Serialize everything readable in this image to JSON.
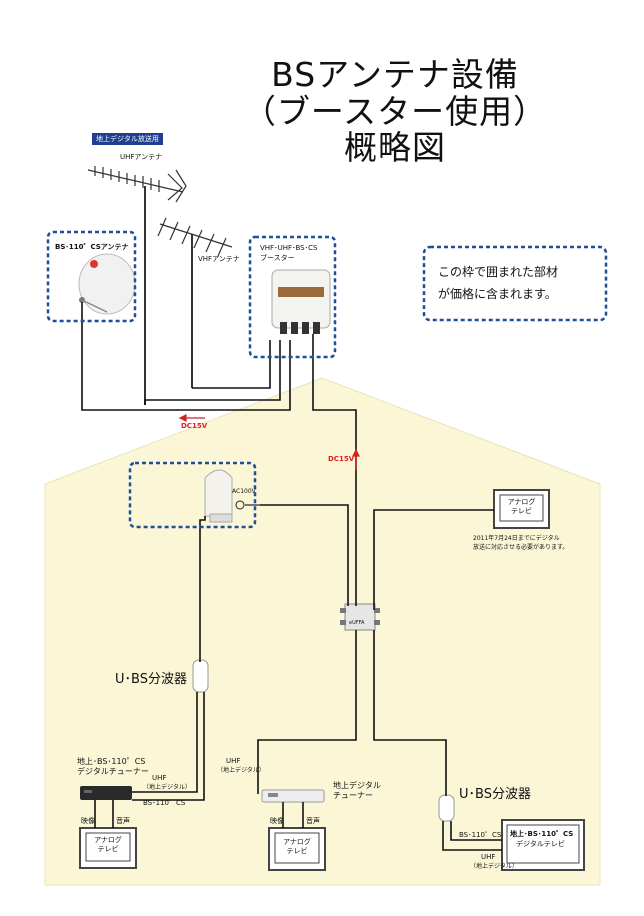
{
  "title": {
    "line1": "BSアンテナ設備",
    "line2": "（ブースター使用）",
    "line3": "概略図"
  },
  "labels": {
    "terrestrial_tag": "地上デジタル放送用",
    "uhf_antenna": "UHFアンテナ",
    "bs_antenna": "BS･110゜CSアンテナ",
    "vhf_antenna": "VHFアンテナ",
    "booster_line1": "VHF･UHF･BS･CS",
    "booster_line2": "ブースター",
    "legend_line1": "この枠で囲まれた部材",
    "legend_line2": "が価格に含まれます。",
    "dc_left": "DC15V",
    "dc_vertical": "DC15V",
    "ac_label": "AC100V",
    "analog_tv_top": "アナログ\nテレビ",
    "analog_note_line1": "2011年7月24日までにデジタル",
    "analog_note_line2": "放送に対応させる必要があります。",
    "splitter_logo": "eUFFA",
    "ubs_left": "U･BS分波器",
    "ubs_right": "U･BS分波器",
    "tuner_left_line1": "地上･BS･110゜CS",
    "tuner_left_line2": "デジタルチューナー",
    "uhf_label_a": "UHF",
    "uhf_sub_a": "（地上デジタル）",
    "bscs_label_a": "BS･110゜CS",
    "uhf_label_b": "UHF",
    "uhf_sub_b": "（地上デジタル）",
    "tuner_mid_line1": "地上デジタル",
    "tuner_mid_line2": "チューナー",
    "video_left": "映像",
    "audio_left": "音声",
    "video_mid": "映像",
    "audio_mid": "音声",
    "analog_tv_left": "アナログ\nテレビ",
    "analog_tv_mid": "アナログ\nテレビ",
    "bscs_label_right": "BS･110゜CS",
    "uhf_label_right": "UHF",
    "uhf_sub_right": "（地上デジタル）",
    "digital_tv_line1": "地上･BS･110゜CS",
    "digital_tv_line2": "デジタルテレビ"
  },
  "colors": {
    "house_fill": "#fbf6d6",
    "house_edge": "#eae3b8",
    "included_frame": "#1f4f99",
    "cable": "#111111",
    "dc_arrow": "#d22222"
  }
}
